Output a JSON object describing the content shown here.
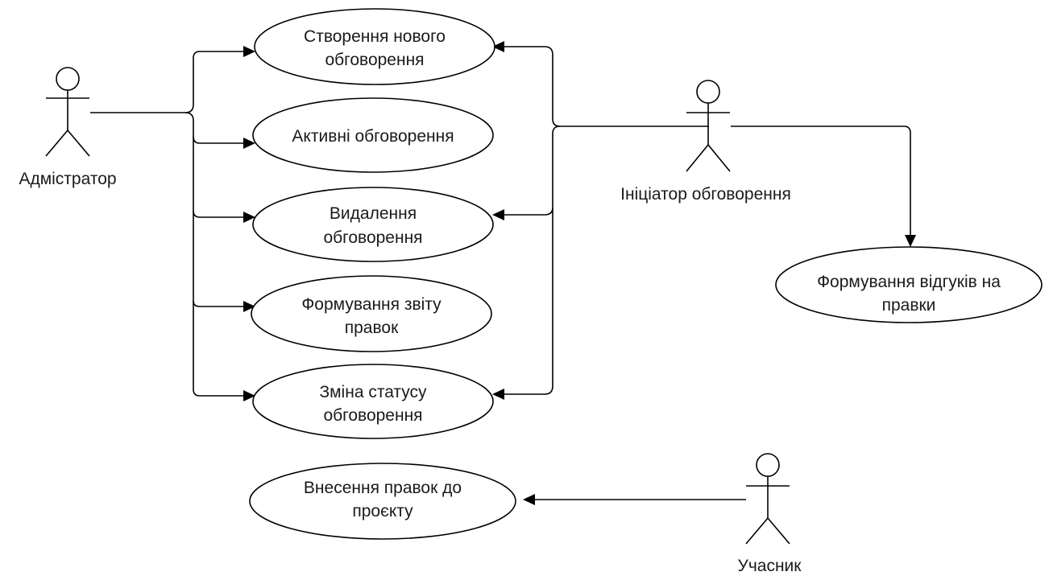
{
  "diagram": {
    "type": "use-case",
    "actors": {
      "admin": {
        "label": "Адмістратор"
      },
      "initiator": {
        "label": "Ініціатор обговорення"
      },
      "participant": {
        "label": "Учасник"
      }
    },
    "use_cases": {
      "create": {
        "lines": [
          "Створення нового",
          "обговорення"
        ]
      },
      "active": {
        "lines": [
          "Активні обговорення"
        ]
      },
      "delete": {
        "lines": [
          "Видалення",
          "обговорення"
        ]
      },
      "report": {
        "lines": [
          "Формування звіту",
          "правок"
        ]
      },
      "status": {
        "lines": [
          "Зміна статусу",
          "обговорення"
        ]
      },
      "edits": {
        "lines": [
          "Внесення правок до",
          "проєкту"
        ]
      },
      "feedback": {
        "lines": [
          "Формування відгуків на",
          "правки"
        ]
      }
    },
    "relations": [
      {
        "from": "admin",
        "to": "create"
      },
      {
        "from": "admin",
        "to": "active"
      },
      {
        "from": "admin",
        "to": "delete"
      },
      {
        "from": "admin",
        "to": "report"
      },
      {
        "from": "admin",
        "to": "status"
      },
      {
        "from": "initiator",
        "to": "create"
      },
      {
        "from": "initiator",
        "to": "delete"
      },
      {
        "from": "initiator",
        "to": "status"
      },
      {
        "from": "initiator",
        "to": "feedback"
      },
      {
        "from": "participant",
        "to": "edits"
      }
    ]
  }
}
